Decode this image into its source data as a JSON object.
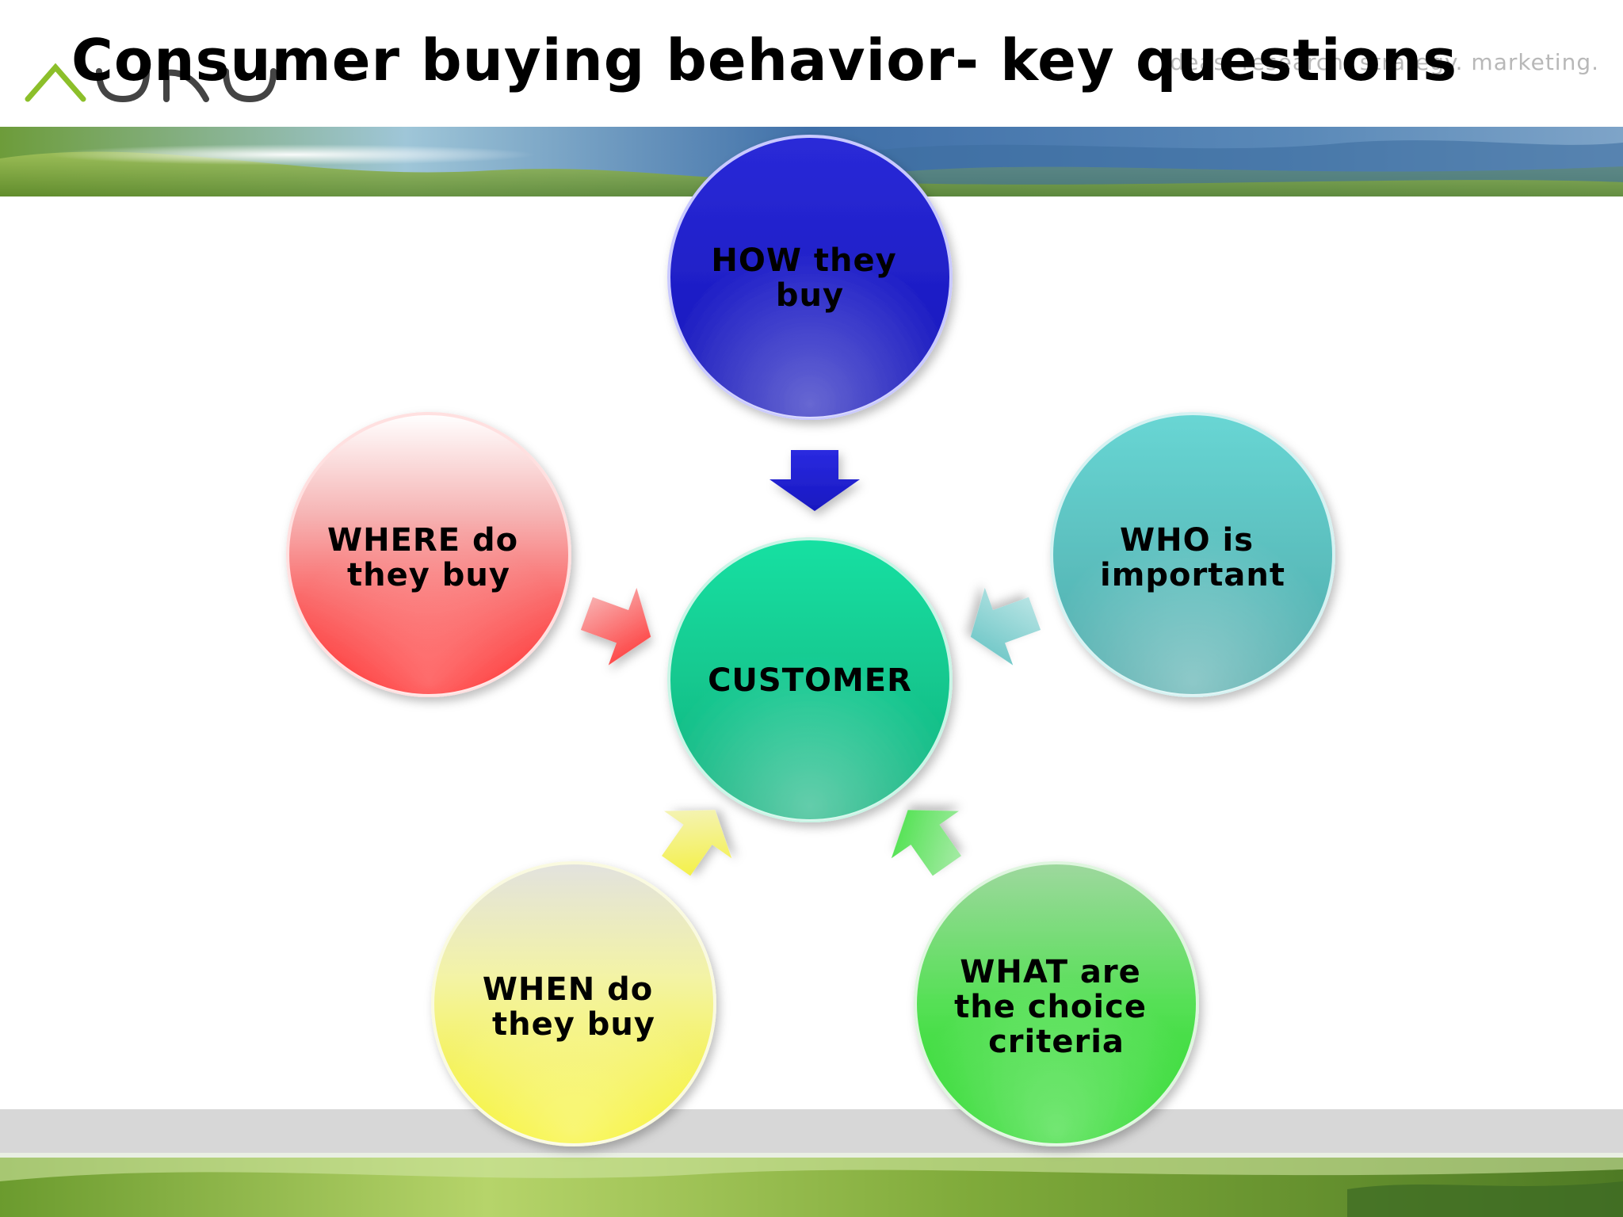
{
  "slide": {
    "title": "Consumer buying behavior- key questions",
    "tagline": "ideas. research. strategy. marketing."
  },
  "diagram": {
    "center": {
      "lines": [
        "CUSTOMER"
      ],
      "color": "#17c98f"
    },
    "nodes": [
      {
        "id": "how",
        "lines": [
          "HOW they",
          "buy"
        ],
        "color": "#1a1ad6"
      },
      {
        "id": "who",
        "lines": [
          "WHO is",
          "important"
        ],
        "color": "#5ec3c3"
      },
      {
        "id": "what",
        "lines": [
          "WHAT are",
          "the choice",
          "criteria"
        ],
        "color": "#2ee02e"
      },
      {
        "id": "when",
        "lines": [
          "WHEN do",
          "they buy"
        ],
        "color": "#f2f23a"
      },
      {
        "id": "where",
        "lines": [
          "WHERE do",
          "they buy"
        ],
        "color": "#ff2020"
      }
    ]
  }
}
